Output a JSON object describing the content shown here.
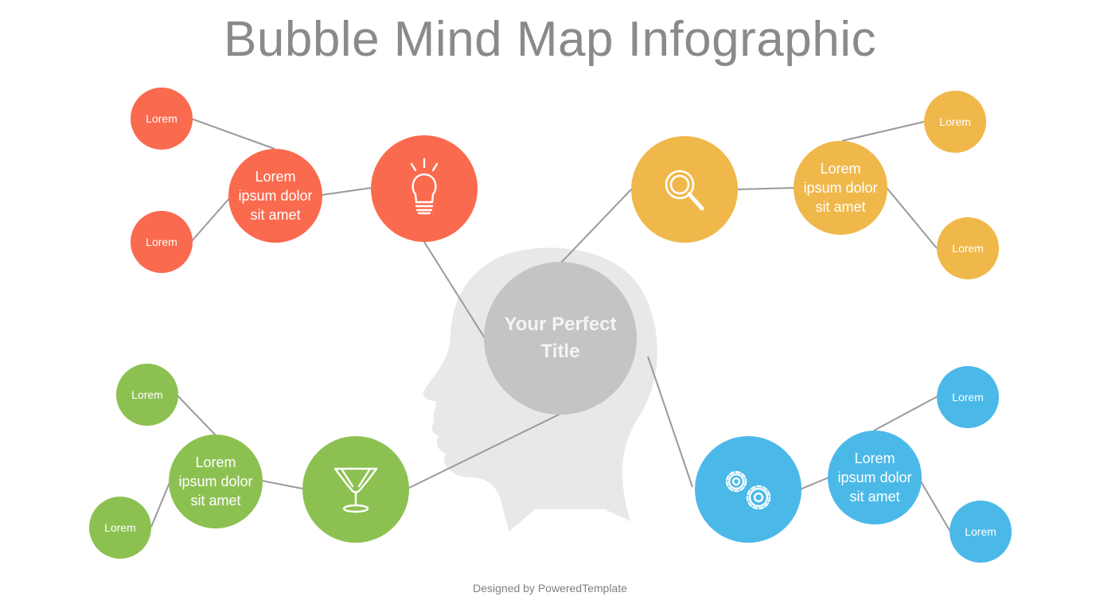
{
  "title": "Bubble Mind Map Infographic",
  "center": {
    "label": "Your Perfect Title"
  },
  "branches": {
    "red": {
      "color": "#fa6a4e",
      "icon": "lightbulb-icon",
      "main": "Lorem ipsum dolor sit amet",
      "leaves": [
        "Lorem",
        "Lorem"
      ]
    },
    "yellow": {
      "color": "#f0b84a",
      "icon": "magnifier-icon",
      "main": "Lorem ipsum dolor sit amet",
      "leaves": [
        "Lorem",
        "Lorem"
      ]
    },
    "green": {
      "color": "#8cc152",
      "icon": "trophy-icon",
      "main": "Lorem ipsum dolor sit amet",
      "leaves": [
        "Lorem",
        "Lorem"
      ]
    },
    "blue": {
      "color": "#4bb9e8",
      "icon": "gears-icon",
      "main": "Lorem ipsum dolor sit amet",
      "leaves": [
        "Lorem",
        "Lorem"
      ]
    }
  },
  "footer": "Designed by PoweredTemplate"
}
